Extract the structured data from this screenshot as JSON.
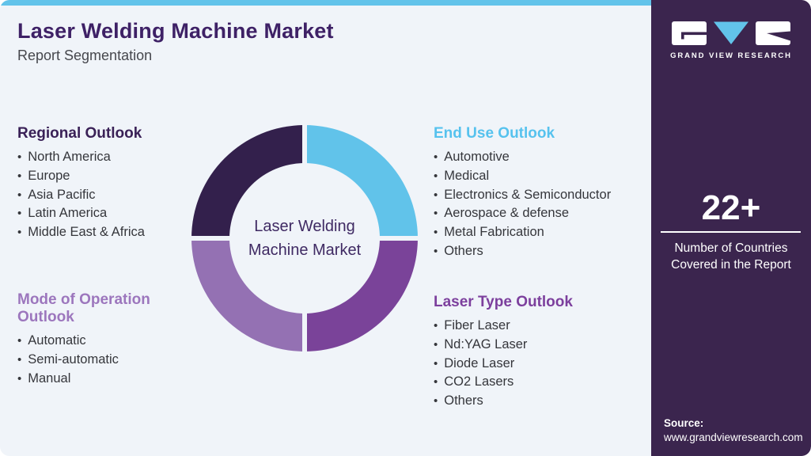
{
  "page": {
    "title": "Laser Welding Machine Market",
    "subtitle": "Report Segmentation",
    "accent_color": "#62c3ea",
    "background_color": "#f0f4f9",
    "title_color": "#3e2166"
  },
  "sidebar": {
    "background_color": "#3b254e",
    "logo": {
      "brand": "GRAND VIEW RESEARCH",
      "mark_v_color": "#62c3ea"
    },
    "stat": {
      "value": "22+",
      "label": "Number of Countries Covered in the Report"
    },
    "source": {
      "label": "Source:",
      "url": "www.grandviewresearch.com"
    }
  },
  "chart_data": {
    "type": "pie",
    "variant": "donut",
    "center_label": "Laser Welding Machine Market",
    "legend_position": "none",
    "segments": [
      {
        "name": "End Use Outlook",
        "value": 25,
        "color": "#61c3ea",
        "position": "top-right"
      },
      {
        "name": "Laser Type Outlook",
        "value": 25,
        "color": "#7a4399",
        "position": "bottom-right"
      },
      {
        "name": "Mode of Operation Outlook",
        "value": 25,
        "color": "#9471b3",
        "position": "bottom-left"
      },
      {
        "name": "Regional Outlook",
        "value": 25,
        "color": "#33204c",
        "position": "top-left"
      }
    ]
  },
  "sections": [
    {
      "title": "Regional Outlook",
      "color": "#3a2157",
      "items": [
        "North America",
        "Europe",
        "Asia Pacific",
        "Latin America",
        "Middle East & Africa"
      ]
    },
    {
      "title": "End Use Outlook",
      "color": "#56c2ee",
      "items": [
        "Automotive",
        "Medical",
        "Electronics & Semiconductor",
        "Aerospace & defense",
        "Metal Fabrication",
        "Others"
      ]
    },
    {
      "title": "Mode of Operation Outlook",
      "color": "#9c76bd",
      "items": [
        "Automatic",
        "Semi-automatic",
        "Manual"
      ]
    },
    {
      "title": "Laser Type Outlook",
      "color": "#7c3f9d",
      "items": [
        "Fiber Laser",
        "Nd:YAG Laser",
        "Diode Laser",
        "CO2 Lasers",
        "Others"
      ]
    }
  ]
}
